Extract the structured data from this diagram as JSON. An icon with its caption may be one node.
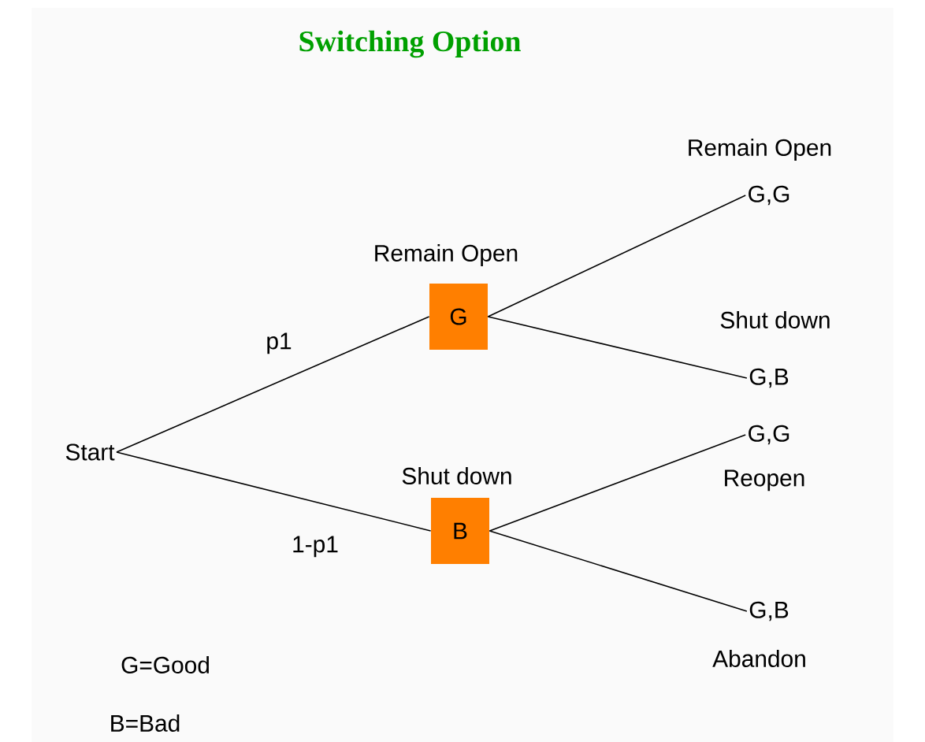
{
  "diagram": {
    "title": "Switching Option",
    "nodes": [
      {
        "text": [
          "Start"
        ]
      },
      {
        "text": [
          "G"
        ],
        "beside": [
          "Remain Open"
        ]
      },
      {
        "text": [
          "B"
        ],
        "beside": [
          "Shut down"
        ]
      },
      {
        "text": [
          "G,G"
        ],
        "beside": [
          "Remain Open"
        ]
      },
      {
        "text": [
          "G,B"
        ],
        "beside": [
          "Shut down"
        ]
      },
      {
        "text": [
          "G,G"
        ],
        "beside": [
          "Reopen"
        ]
      },
      {
        "text": [
          "G,B"
        ],
        "beside": [
          "Abandon"
        ]
      }
    ],
    "edges": [
      {
        "from": 0,
        "to": 1,
        "arrow": "none",
        "label": "p1"
      },
      {
        "from": 0,
        "to": 2,
        "arrow": "none",
        "label": "1-p1"
      },
      {
        "from": 1,
        "to": 3,
        "arrow": "none"
      },
      {
        "from": 1,
        "to": 4,
        "arrow": "none"
      },
      {
        "from": 2,
        "to": 5,
        "arrow": "none"
      },
      {
        "from": 2,
        "to": 6,
        "arrow": "none"
      }
    ],
    "labels": [
      "G=Good",
      "B=Bad"
    ]
  }
}
